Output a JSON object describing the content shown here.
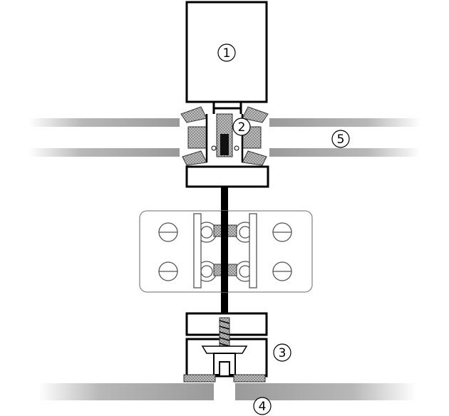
{
  "diagram": {
    "callouts": [
      {
        "id": "1",
        "label": "1",
        "part": "mullion"
      },
      {
        "id": "2",
        "label": "2",
        "part": "gasket"
      },
      {
        "id": "3",
        "label": "3",
        "part": "pressure-plate"
      },
      {
        "id": "4",
        "label": "4",
        "part": "glass-lower"
      },
      {
        "id": "5",
        "label": "5",
        "part": "glass-upper"
      }
    ]
  },
  "colors": {
    "stroke": "#000000",
    "glass": "#a8a8a8",
    "gasket": "#7a7a7a",
    "bracket": "#888888"
  }
}
